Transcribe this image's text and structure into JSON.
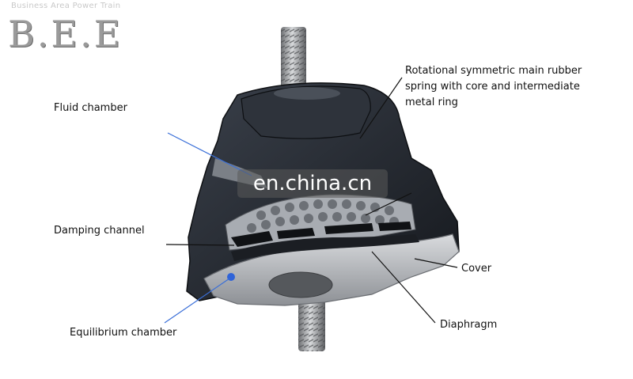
{
  "header": {
    "subtitle": "Business Area Power Train",
    "logo": "B.E.E"
  },
  "labels": {
    "main_spring_line1": "Rotational symmetric main rubber",
    "main_spring_line2": "spring with core and intermediate",
    "main_spring_line3": "metal ring",
    "fluid_chamber": "Fluid chamber",
    "damping_channel": "Damping channel",
    "cover": "Cover",
    "diaphragm": "Diaphragm",
    "equilibrium_chamber": "Equilibrium  chamber"
  },
  "watermark": "en.china.cn",
  "colors": {
    "rubber": "#23272e",
    "metal": "#b9bcc0",
    "leader_blue": "#3a6fd8",
    "leader_black": "#111111",
    "fluid_dot": "#2f63d8"
  }
}
